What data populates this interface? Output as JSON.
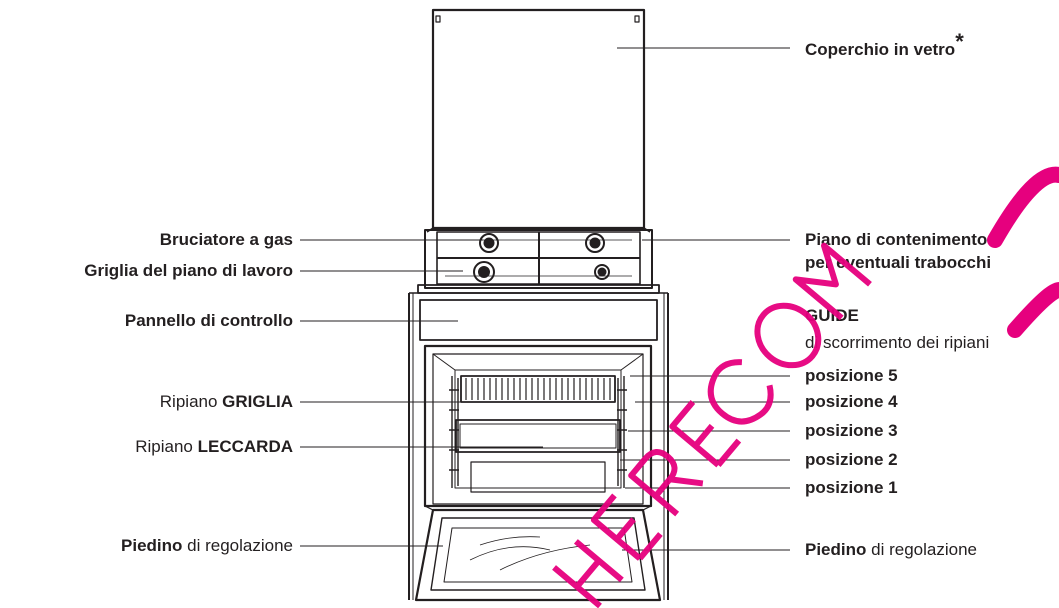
{
  "labels_left": {
    "burner": "Bruciatore a gas",
    "grate": "Griglia del piano di lavoro",
    "control_panel": "Pannello di controllo",
    "rack_prefix": "Ripiano ",
    "rack_bold": "GRIGLIA",
    "tray_prefix": "Ripiano ",
    "tray_bold": "LECCARDA",
    "foot_bold": "Piedino",
    "foot_rest": " di regolazione"
  },
  "labels_right": {
    "lid": "Coperchio in vetro",
    "lid_mark": "*",
    "spill_line1": "Piano di contenimento",
    "spill_line2": "per eventuali trabocchi",
    "guides_title": "GUIDE",
    "guides_sub": "di scorrimento dei ripiani",
    "pos5": "posizione 5",
    "pos4": "posizione 4",
    "pos3": "posizione 3",
    "pos2": "posizione 2",
    "pos1": "posizione 1",
    "foot_bold": "Piedino",
    "foot_rest": " di regolazione"
  },
  "watermark": {
    "text": "HERECOM",
    "color": "#e6007e"
  },
  "colors": {
    "ink": "#231f20",
    "watermark": "#e6007e"
  }
}
